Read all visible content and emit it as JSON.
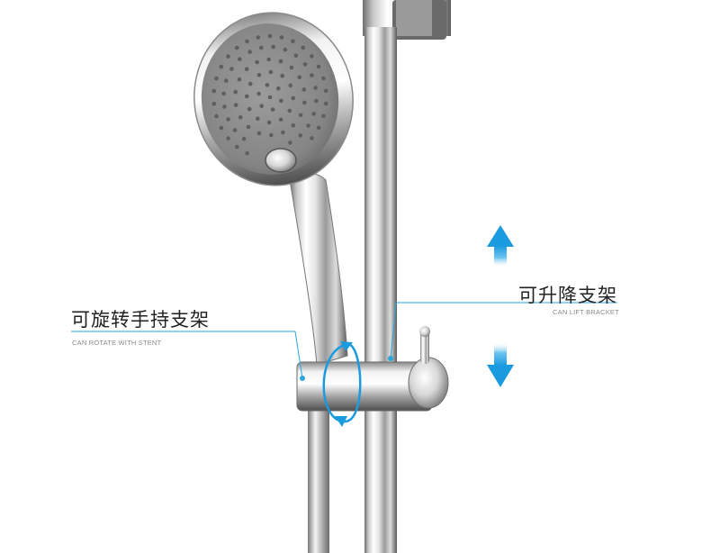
{
  "callouts": {
    "rotate": {
      "title": "可旋转手持支架",
      "subtitle": "CAN ROTATE WITH STENT"
    },
    "lift": {
      "title": "可升降支架",
      "subtitle": "CAN LIFT BRACKET"
    }
  },
  "colors": {
    "accent": "#1a9be0",
    "leader_line": "#2aa6dd",
    "chrome_light": "#f4f4f4",
    "chrome_dark": "#5a5a5a",
    "nozzle_face": "#8c8c8c"
  },
  "icons": [
    "arrow-up-icon",
    "arrow-down-icon",
    "rotation-arrow-icon"
  ]
}
